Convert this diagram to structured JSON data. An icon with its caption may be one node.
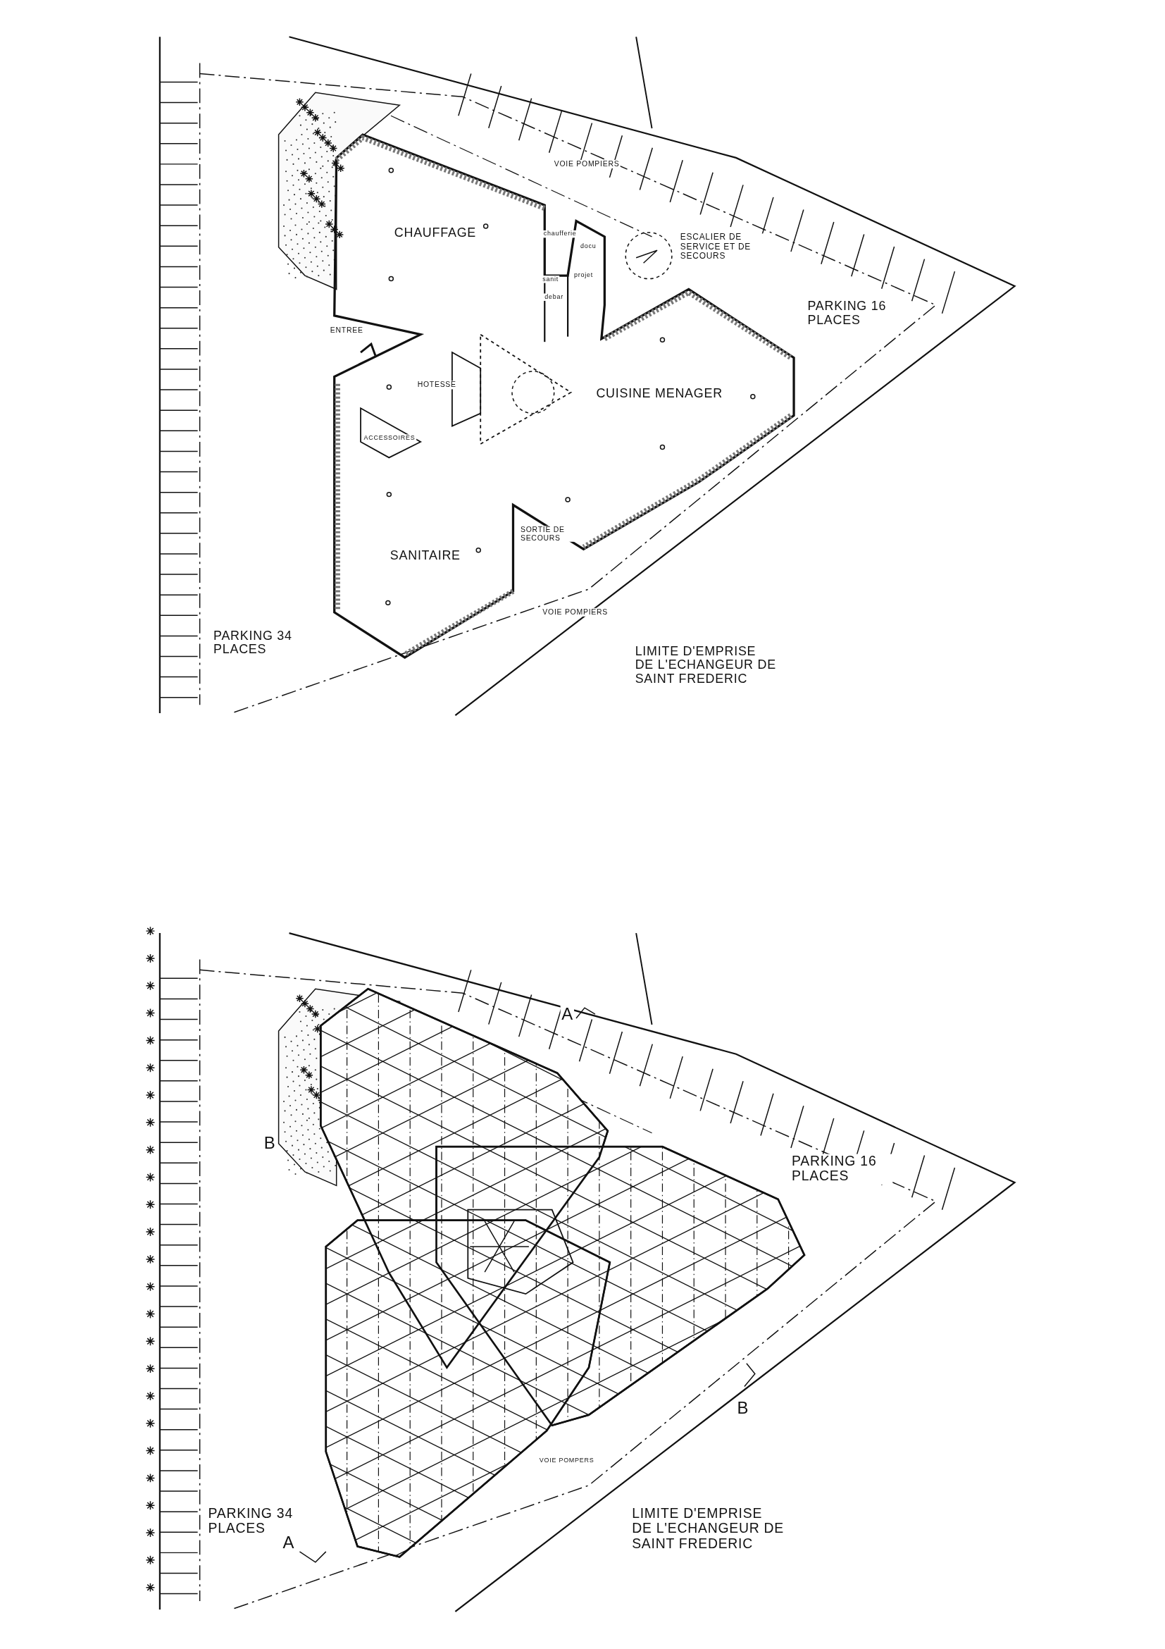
{
  "diagram": {
    "labels": [
      "VOIE POMPIERS",
      "CHAUFFAGE",
      "chaufferie",
      "docu",
      "ESCALIER DE SERVICE ET DE SECOURS",
      "sanit",
      "projet",
      "debar",
      "PARKING 16 PLACES",
      "ENTREE",
      "HOTESSE",
      "CUISINE MENAGER",
      "ACCESSOIRES",
      "SORTIE DE SECOURS",
      "SANITAIRE",
      "VOIE POMPIERS",
      "PARKING 34 PLACES",
      "LIMITE D'EMPRISE DE L'ECHANGEUR DE SAINT FREDERIC",
      "A",
      "B",
      "PARKING 16 PLACES",
      "B",
      "VOIE POMPERS",
      "PARKING 34 PLACES",
      "A",
      "LIMITE D'EMPRISE DE L'ECHANGEUR DE SAINT FREDERIC"
    ]
  }
}
